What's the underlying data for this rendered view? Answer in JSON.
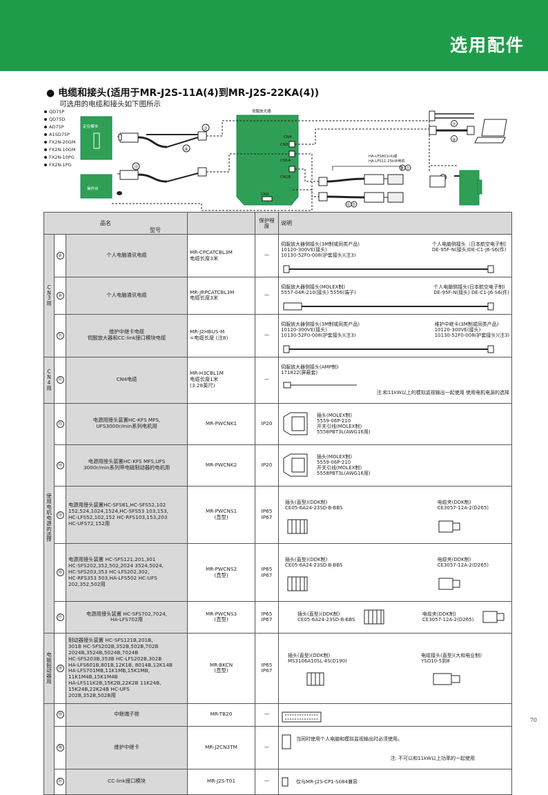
{
  "header": {
    "title": "选用配件"
  },
  "section": {
    "title": "● 电缆和接头(适用于MR-J2S-11A(4)到MR-J2S-22KA(4))",
    "subtitle": "可选用的电缆和接头如下图所示"
  },
  "diagram": {
    "modules": [
      "QD75P",
      "QD75D",
      "AD75P",
      "A1SD75P",
      "FX2N-20GM",
      "FX2N-10GM",
      "FX2N-10PG",
      "FX2N-1PG"
    ],
    "positioning_module": "定位模块",
    "operation_panel": "操作台",
    "servo_amp": "伺服放大器",
    "ports": [
      "CN4",
      "CN3",
      "CN1A",
      "CN1B",
      "CN2"
    ],
    "motor_label1": "HA-LFS801(4)或",
    "motor_label2": "HA-LFS11-25kW电机",
    "callouts": [
      "⑦",
      "⑧",
      "⑨",
      "⑩",
      "⑪",
      "⑫",
      "⑬",
      "⑰",
      "⑱",
      "⑲",
      "⑳",
      "㉑",
      "㉒",
      "㉓",
      "㉔"
    ]
  },
  "table": {
    "headers": {
      "name": "品名",
      "model": "型号",
      "protection": "保护程度",
      "desc": "说明"
    },
    "groups": {
      "cn3": "CN3用",
      "cn4": "CN4用",
      "power": "使用电机电源的选择",
      "brake": "电磁制动器用"
    },
    "rows": [
      {
        "no": "⑨",
        "name": "个人电脑通讯电缆",
        "model": "MR-CPCATCBL3M\n电缆长度3米",
        "prot": "—",
        "d1": "伺服放大器侧接头(3M制或同类产品)\n10120-300VE(接头)\n10130-52F0-008(护套接头)(注3)",
        "d2": "个人电脑侧接头（日本航空电子制）\nDE-95F-N(接头)DE-C1-J6-S6(件)"
      },
      {
        "no": "⑩",
        "name": "个人电脑通讯电缆",
        "model": "MR-JRPCATCBL3M\n电缆长度3米",
        "prot": "—",
        "d1": "伺服放大器侧接头(MOLEX制)\n5557-04R-210(接头) 5556(端子)",
        "d2": "个人电脑侧接头(日本航空电子制)\nDE-95F-N(接头) DE-C1-J6-S6(件)"
      },
      {
        "no": "⑪",
        "name": "维护中继卡电缆\n伺服放大器和CC-link接口模块电缆",
        "model": "MR-J2HBUS-M\n=电缆长度 (注8)",
        "prot": "—",
        "d1": "伺服放大器侧接头(3M制或同类产品)\n10120-300VE(接头)\n10130-52F0-008(护套接头)(注3)",
        "d2": "维护中继卡(3M制或同类产品)\n10120-300VE(接头)\n10130-52F0-008(护套接头)(注3)"
      },
      {
        "no": "⑫",
        "name": "CN4电缆",
        "model": "MR-H3CBL1M\n电缆长度1米\n(3.28英尺)",
        "prot": "—",
        "d1": "伺服放大器侧接头(AMP制)\n171822(屏蔽套)",
        "d2": "注:和11kW以上的模拟监视输出一起使用 使用电机电源的选择"
      },
      {
        "no": "⑬",
        "name": "电源用接头装置HC-KFS MFS,\nUFS3000r/min系列电机用",
        "model": "MR-PWCNK1",
        "prot": "IP20",
        "d1": "插头(MOLEX制)\n5559-06P-210\n开关引线(MOLEX制)\n5558PBT3L(AWG16用)",
        "d2": ""
      },
      {
        "no": "⑭",
        "name": "电源用接头装置HC-KFS MFS,UFS\n3000r/min系列带电磁制动器的电机用",
        "model": "MR-PWCNK2",
        "prot": "IP20",
        "d1": "插头(MOLEX制)\n5559-06P-210\n开关引线(MOLEX制)\n5558PBT3L(AWG16用)",
        "d2": ""
      },
      {
        "no": "⑮",
        "name": "电源用接头装置HC-SFS81,HC-SFS52,102\n152,524,1024,1524,HC-SFS53 103,153,\nHC-LFS52,102,152 HC-RFS103,153,203\nHC-UFS72,152用",
        "model": "MR-PWCNS1\n(直型)",
        "prot": "IP65\nIP67",
        "d1": "插头(直型)(DDK制)\nCE05-6A24-23SD-B-BBS",
        "d2": "电缆夹(DDK制)\nCE3057-12A-2(D265)"
      },
      {
        "no": "⑯",
        "name": "电源用接头装置 HC-SFS121,201,301\nHC-SFS202,352,502,2024 3524,5024,\nHC-SFS203,353 HC-LFS202,302,\nHC-RFS353 503,HA-LFS502 HC-UFS\n202,352,502用",
        "model": "MR-PWCNS2\n(直型)",
        "prot": "IP65\nIP67",
        "d1": "插头(直型)(DDK制)\nCE05-6A24-23SD-B-BBS",
        "d2": "电缆夹(DDK制)\nCE3057-12A-2(D265)"
      },
      {
        "no": "⑰",
        "name": "电源用接头装置 HC-SFS702,7024,\nHA-LFS702用",
        "model": "MR-PWCNS3\n(直型)",
        "prot": "IP65\nIP67",
        "d1": "插头(直型)(DDK制)\nCE05-6A24-23SD-B-BBS",
        "d2": "电缆夹(DDK制)\nCE3057-12A-2(D265)"
      },
      {
        "no": "⑱",
        "name": "制动器接头装置 HC-SFS121B,201B,\n301B HC-SFS202B,352B,502B,702B\n2024B,3524B,5024B,7024B\nHC-SFS203B,353B HC-LFS202B,302B\nHA-LFS601B,801B,12K1B, 8014B,12K14B\nHA-LFS701MB,11K1MB,15K1MB,\n11K1M4B,15K1M4B\nHA-LFS11K2B,15K2B,22K2B 11K24B,\n15K24B,22K24B HC-UFS\n202B,352B,502B用",
        "model": "MR-BKCN\n(直型)",
        "prot": "IP65\nIP67",
        "d1": "插头(直型)(DDK制)\nMS3106A10SL-4S(D190)",
        "d2": "电缆接头(直型)(大和电业制)\nYSO10-5到8"
      },
      {
        "no": "⑲",
        "name": "中继端子排",
        "model": "MR-TB20",
        "prot": "—",
        "d1": "",
        "d2": ""
      },
      {
        "no": "⑳",
        "name": "维护中继卡",
        "model": "MR-J2CN3TM",
        "prot": "—",
        "d1": "当同时使用个人电脑和模拟监视输出时必须使用。",
        "d2": "注: 不可以和11kW以上功率的一起使用"
      },
      {
        "no": "㉑",
        "name": "CC-link接口模块",
        "model": "MR-J2S-T01",
        "prot": "—",
        "d1": "仅与MR-J2S-CP1-S084兼容",
        "d2": ""
      }
    ]
  },
  "page_number": "70"
}
